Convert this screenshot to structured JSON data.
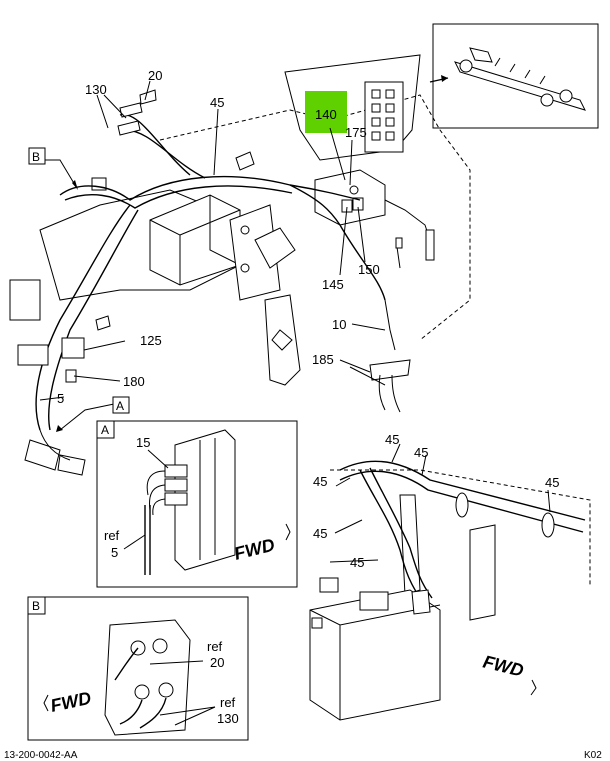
{
  "callouts": {
    "c20": "20",
    "c130": "130",
    "c45_top": "45",
    "c140": "140",
    "c175": "175",
    "c145": "145",
    "c150": "150",
    "c125": "125",
    "c180": "180",
    "c5": "5",
    "c10": "10",
    "c185": "185",
    "c45_r1": "45",
    "c45_r2": "45",
    "c45_r3": "45",
    "c45_r4": "45",
    "c45_r5": "45",
    "c45_r6": "45"
  },
  "refs": {
    "a": "A",
    "b": "B"
  },
  "detail_a": {
    "tag": "A",
    "c15": "15",
    "ref": "ref",
    "ref_num": "5",
    "fwd": "FWD"
  },
  "detail_b": {
    "tag": "B",
    "ref1": "ref",
    "ref1_num": "20",
    "ref2": "ref",
    "ref2_num": "130",
    "fwd": "FWD"
  },
  "fwd_right": "FWD",
  "footer": {
    "doc_id": "13-200-0042-AA",
    "code": "K02"
  },
  "colors": {
    "highlight": "#5fd000"
  }
}
